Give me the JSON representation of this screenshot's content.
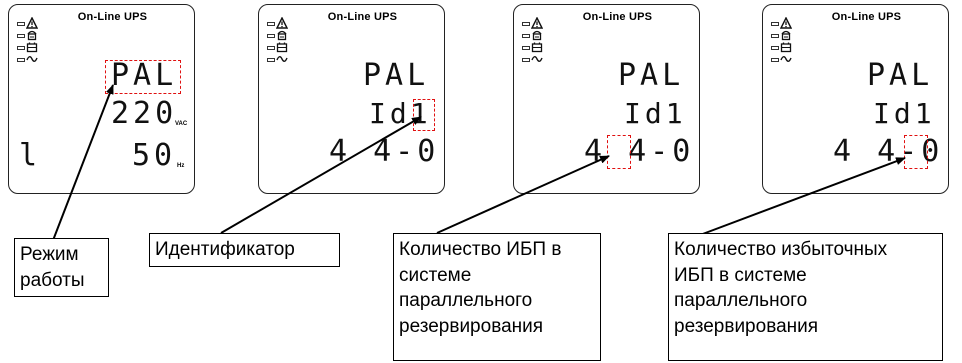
{
  "panels": [
    {
      "title": "On-Line UPS",
      "line1": "PAL",
      "line2": "220",
      "line2_unit": "VAC",
      "line3_prefix": "l",
      "line3": "50",
      "line3_unit": "Hz"
    },
    {
      "title": "On-Line UPS",
      "line1": "PAL",
      "line2": "Id1",
      "line3": "4 4-0"
    },
    {
      "title": "On-Line UPS",
      "line1": "PAL",
      "line2": "Id1",
      "line3": "4 4-0"
    },
    {
      "title": "On-Line UPS",
      "line1": "PAL",
      "line2": "Id1",
      "line3": "4 4-0"
    }
  ],
  "indicator_icons": [
    "warning-icon",
    "bypass-icon",
    "battery-icon",
    "ac-line-icon"
  ],
  "labels": {
    "mode": "Режим\nработы",
    "identifier": "Идентификатор",
    "ups_count": "Количество ИБП в\nсистеме\nпараллельного\nрезервирования",
    "redundant_count": "Количество избыточных\nИБП в системе\nпараллельного\nрезервирования"
  },
  "colors": {
    "highlight": "#e01010",
    "panel_border": "#222222",
    "text": "#000000"
  }
}
